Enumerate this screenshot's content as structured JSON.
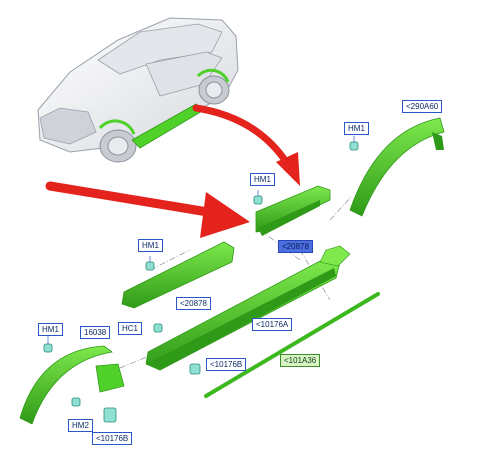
{
  "labels": {
    "hm1_a": "HM1",
    "hm1_b": "HM1",
    "hm1_c": "HM1",
    "hm1_d": "HM1",
    "hc1": "HC1",
    "hm2": "HM2",
    "p290a60": "<290A60",
    "p20878_upper": "<20878",
    "p20878": "<20878",
    "p10176a": "<10176A",
    "p10176b_mid": "<10176B",
    "p10176b_low": "<10176B",
    "p101a36": "<101A36",
    "p16038": "16038"
  },
  "colors": {
    "part_green": "#4fd12a",
    "part_green_dark": "#2f9a17",
    "arrow_red": "#e5231d",
    "label_border": "#2a58c8",
    "highlight_label": "#4b6fe0",
    "car_body": "#f2f3f5",
    "car_outline": "#9aa1ab"
  },
  "icons": {
    "car": "vehicle-suv-icon",
    "fastener": "clip-fastener-icon",
    "arrow": "red-pointer-arrow"
  }
}
